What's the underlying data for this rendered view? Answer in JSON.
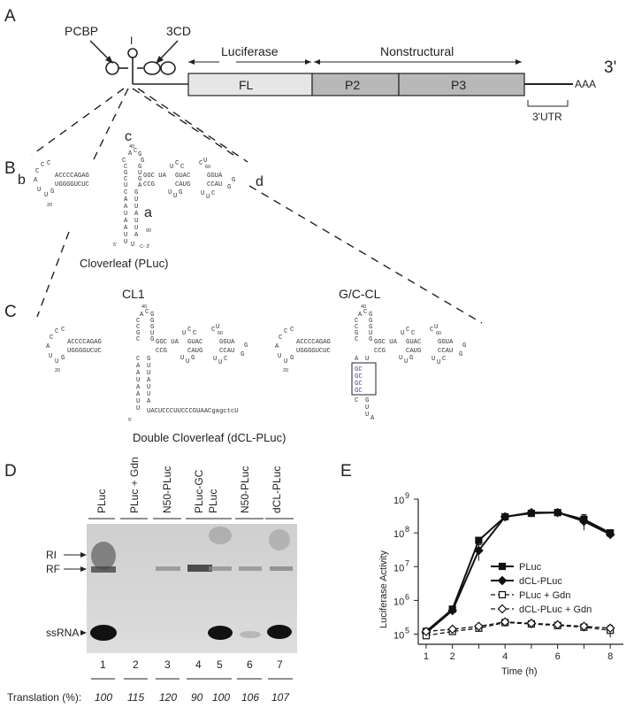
{
  "panels": {
    "a": "A",
    "b": "B",
    "c": "C",
    "d": "D",
    "e": "E"
  },
  "panelA": {
    "pcbp": "PCBP",
    "cd3": "3CD",
    "roman_one": "I",
    "luciferase": "Luciferase",
    "nonstructural": "Nonstructural",
    "fl": "FL",
    "p2": "P2",
    "p3": "P3",
    "polyA": "AAA",
    "three_prime": "3'",
    "utr": "3'UTR"
  },
  "panelB": {
    "loop_a": "a",
    "loop_b": "b",
    "loop_c": "c",
    "loop_d": "d",
    "caption": "Cloverleaf (PLuc)",
    "five": "5'",
    "three": "C- 3'",
    "n20": "20",
    "n40": "40",
    "n60": "60",
    "n90": "90",
    "seq_b_top": "ACCCCAGAG",
    "seq_b_bot": "UGGGGUCUC",
    "seq_d_top1": "GGC UA",
    "seq_d_bot1": "CCG",
    "seq_d_top2": "GUAC",
    "seq_d_bot2": "CAUG",
    "seq_d_top3": "GGUA",
    "seq_d_bot3": "CCAU"
  },
  "panelC": {
    "cl1": "CL1",
    "gccl": "G/C-CL",
    "caption": "Double Cloverleaf (dCL-PLuc)",
    "linker": "UACUCCCUUCCCGUAACgagctcU",
    "five": "5'",
    "n20": "20",
    "n40": "40",
    "n60": "60",
    "gc_box": [
      "GC",
      "GC",
      "GC",
      "GC"
    ]
  },
  "panelD": {
    "lanes_left": [
      "PLuc",
      "PLuc + Gdn",
      "N50-PLuc",
      "PLuc-GC"
    ],
    "lanes_right": [
      "PLuc",
      "N50-PLuc",
      "dCL-PLuc"
    ],
    "bands": {
      "ri": "RI",
      "rf": "RF",
      "ss": "ssRNA"
    },
    "lane_numbers": [
      "1",
      "2",
      "3",
      "4",
      "5",
      "6",
      "7"
    ],
    "translation_label": "Translation (%):",
    "translation": [
      "100",
      "115",
      "120",
      "90",
      "100",
      "106",
      "107"
    ]
  },
  "chart_data": {
    "type": "line",
    "panel": "E",
    "xlabel": "Time (h)",
    "ylabel": "Luciferase Activity",
    "yscale": "log",
    "xlim": [
      0.7,
      8.5
    ],
    "ylim": [
      50000,
      1000000000
    ],
    "xticks": [
      "1",
      "2",
      "4",
      "6",
      "8"
    ],
    "yticks": [
      {
        "base": "10",
        "exp": "5",
        "value": 100000
      },
      {
        "base": "10",
        "exp": "6",
        "value": 1000000
      },
      {
        "base": "10",
        "exp": "7",
        "value": 10000000
      },
      {
        "base": "10",
        "exp": "8",
        "value": 100000000
      },
      {
        "base": "10",
        "exp": "9",
        "value": 1000000000
      }
    ],
    "legend_position": "center-right",
    "series": [
      {
        "name": "PLuc",
        "marker": "square-filled",
        "dash": false,
        "x": [
          1,
          2,
          3,
          4,
          5,
          6,
          7,
          8
        ],
        "y": [
          120000,
          550000,
          60000000,
          300000000,
          380000000,
          400000000,
          250000000,
          100000000
        ],
        "err": [
          null,
          null,
          null,
          null,
          null,
          null,
          100000000,
          20000000
        ]
      },
      {
        "name": "dCL-PLuc",
        "marker": "diamond-filled",
        "dash": false,
        "x": [
          1,
          2,
          3,
          4,
          5,
          6,
          7,
          8
        ],
        "y": [
          110000,
          500000,
          30000000,
          300000000,
          400000000,
          400000000,
          220000000,
          90000000
        ],
        "err": [
          null,
          null,
          15000000,
          null,
          null,
          null,
          100000000,
          null
        ]
      },
      {
        "name": "PLuc + Gdn",
        "marker": "square-open",
        "dash": true,
        "x": [
          1,
          2,
          3,
          4,
          5,
          6,
          7,
          8
        ],
        "y": [
          90000,
          120000,
          150000,
          220000,
          200000,
          180000,
          160000,
          130000
        ],
        "err": [
          null,
          null,
          null,
          50000,
          50000,
          null,
          40000,
          50000
        ]
      },
      {
        "name": "dCL-PLuc + Gdn",
        "marker": "diamond-open",
        "dash": true,
        "x": [
          1,
          2,
          3,
          4,
          5,
          6,
          7,
          8
        ],
        "y": [
          120000,
          140000,
          170000,
          230000,
          210000,
          190000,
          170000,
          150000
        ],
        "err": [
          null,
          null,
          null,
          null,
          null,
          null,
          null,
          null
        ]
      }
    ]
  }
}
